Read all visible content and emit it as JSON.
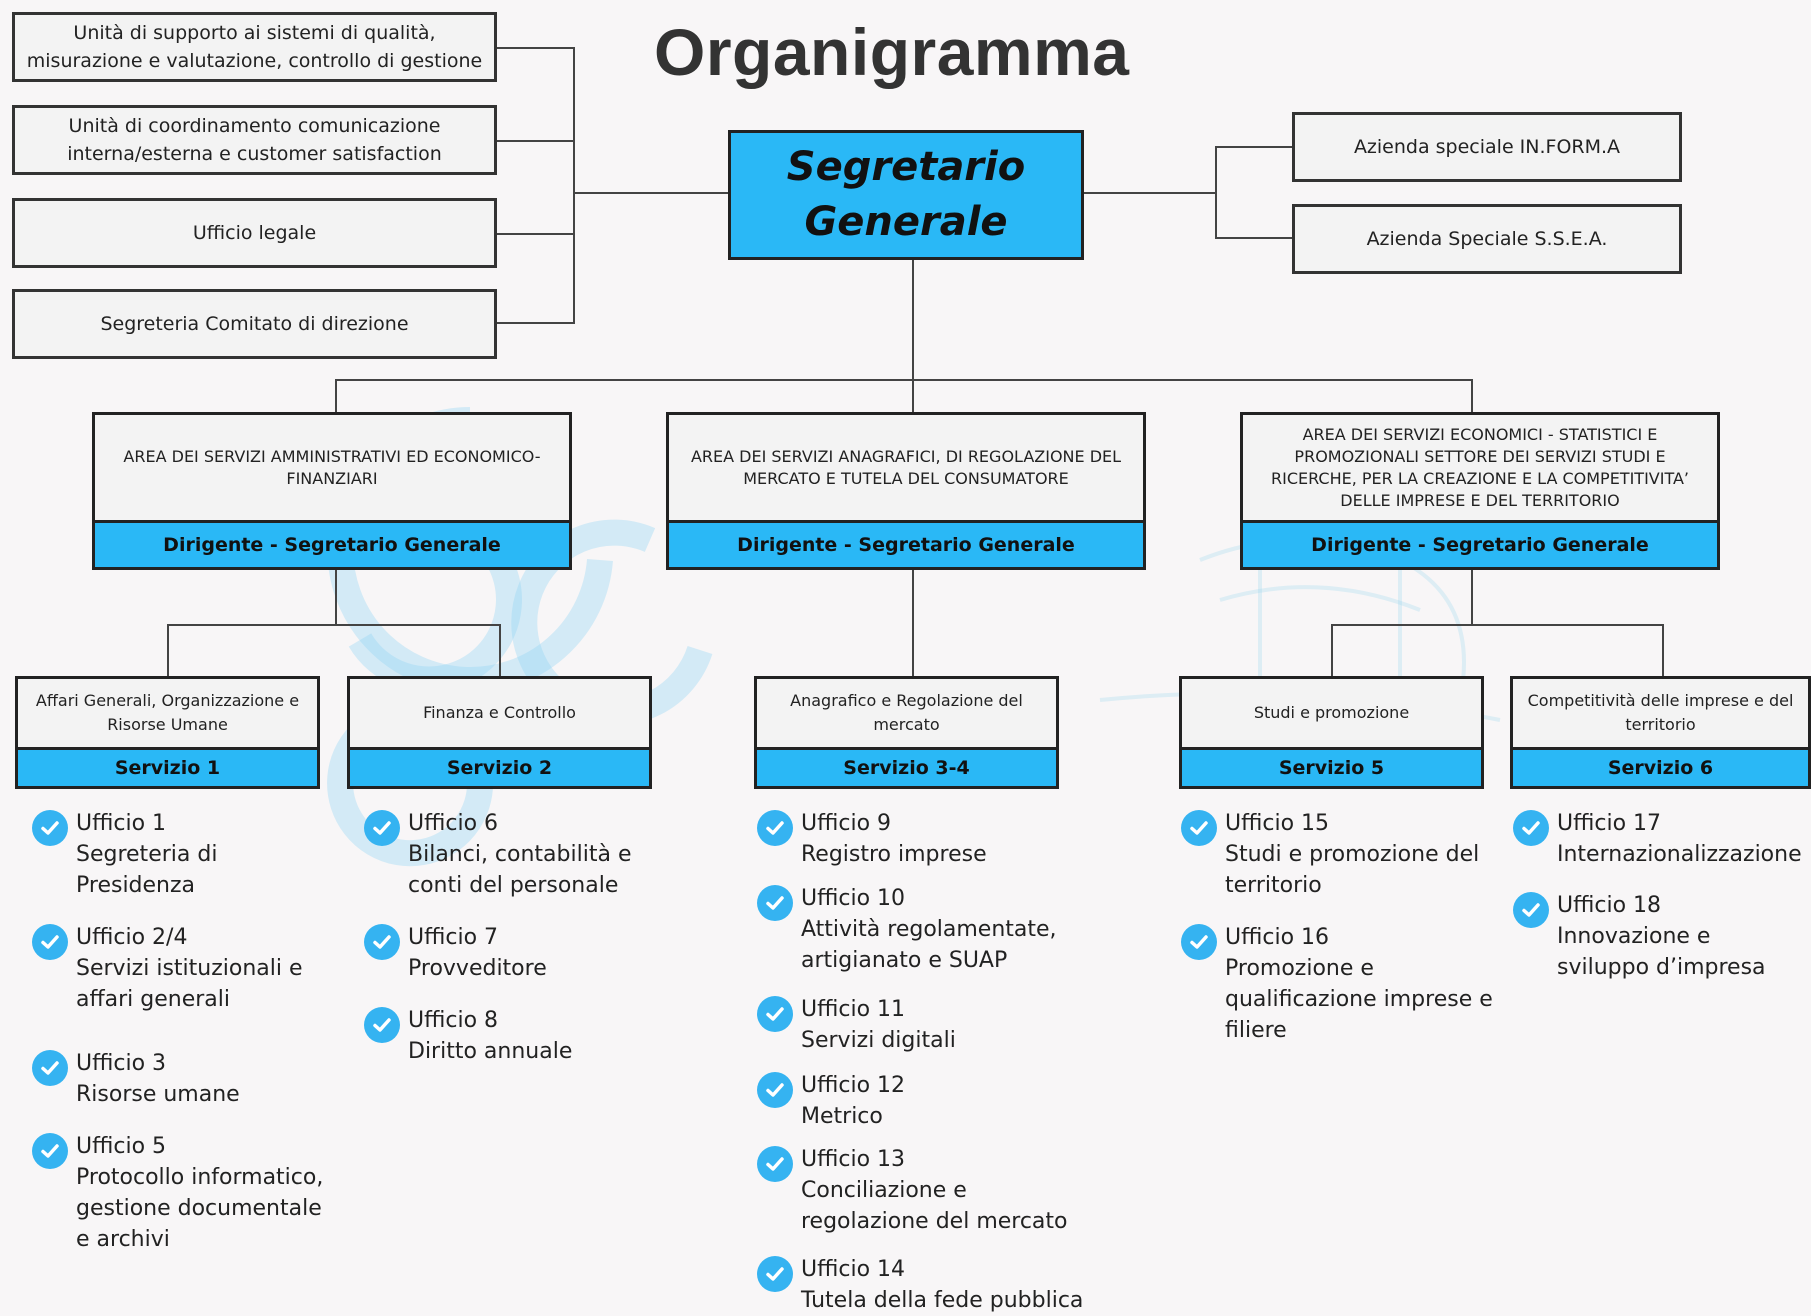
{
  "title": "Organigramma",
  "colors": {
    "accent": "#2ab8f6",
    "check": "#35b3f1",
    "box_fill": "#f3f3f3",
    "border": "#222222"
  },
  "segretario": "Segretario Generale",
  "staff_left": [
    "Unità di supporto ai sistemi di qualità, misurazione e valutazione, controllo di gestione",
    "Unità di coordinamento comunicazione interna/esterna e customer satisfaction",
    "Ufficio legale",
    "Segreteria Comitato di direzione"
  ],
  "staff_right": [
    "Azienda speciale IN.FORM.A",
    "Azienda Speciale S.S.E.A."
  ],
  "areas": [
    {
      "name": "AREA DEI SERVIZI AMMINISTRATIVI ED ECONOMICO-FINANZIARI",
      "head": "Dirigente  -  Segretario Generale"
    },
    {
      "name": "AREA DEI SERVIZI ANAGRAFICI, DI REGOLAZIONE DEL MERCATO E TUTELA DEL CONSUMATORE",
      "head": "Dirigente  -  Segretario Generale"
    },
    {
      "name": "AREA DEI SERVIZI ECONOMICI - STATISTICI E PROMOZIONALI SETTORE DEI SERVIZI STUDI E RICERCHE, PER LA CREAZIONE E LA COMPETITIVITA’ DELLE IMPRESE E DEL TERRITORIO",
      "head": "Dirigente  -  Segretario Generale"
    }
  ],
  "services": [
    {
      "name": "Affari Generali, Organizzazione e Risorse Umane",
      "label": "Servizio 1"
    },
    {
      "name": "Finanza e Controllo",
      "label": "Servizio 2"
    },
    {
      "name": "Anagrafico e Regolazione del mercato",
      "label": "Servizio 3-4"
    },
    {
      "name": "Studi e promozione",
      "label": "Servizio 5"
    },
    {
      "name": "Competitività delle imprese e del territorio",
      "label": "Servizio 6"
    }
  ],
  "offices": [
    [
      {
        "name": "Ufficio 1",
        "desc": "Segreteria di Presidenza"
      },
      {
        "name": "Ufficio 2/4",
        "desc": "Servizi istituzionali e affari generali"
      },
      {
        "name": "Ufficio 3",
        "desc": "Risorse umane"
      },
      {
        "name": "Ufficio 5",
        "desc": "Protocollo informatico, gestione documentale e archivi"
      }
    ],
    [
      {
        "name": "Ufficio 6",
        "desc": "Bilanci, contabilità e conti del personale"
      },
      {
        "name": "Ufficio 7",
        "desc": "Provveditore"
      },
      {
        "name": "Ufficio 8",
        "desc": "Diritto annuale"
      }
    ],
    [
      {
        "name": "Ufficio 9",
        "desc": "Registro imprese"
      },
      {
        "name": "Ufficio 10",
        "desc": "Attività regolamentate, artigianato e SUAP"
      },
      {
        "name": "Ufficio 11",
        "desc": "Servizi digitali"
      },
      {
        "name": "Ufficio 12",
        "desc": "Metrico"
      },
      {
        "name": "Ufficio 13",
        "desc": "Conciliazione e regolazione del mercato"
      },
      {
        "name": "Ufficio 14",
        "desc": " Tutela della fede pubblica"
      }
    ],
    [
      {
        "name": "Ufficio 15",
        "desc": "Studi e promozione del territorio"
      },
      {
        "name": "Ufficio 16",
        "desc": "Promozione e qualificazione imprese e filiere"
      }
    ],
    [
      {
        "name": "Ufficio 17",
        "desc": "Internazionalizzazione"
      },
      {
        "name": "Ufficio 18",
        "desc": "Innovazione e sviluppo d’impresa"
      }
    ]
  ]
}
